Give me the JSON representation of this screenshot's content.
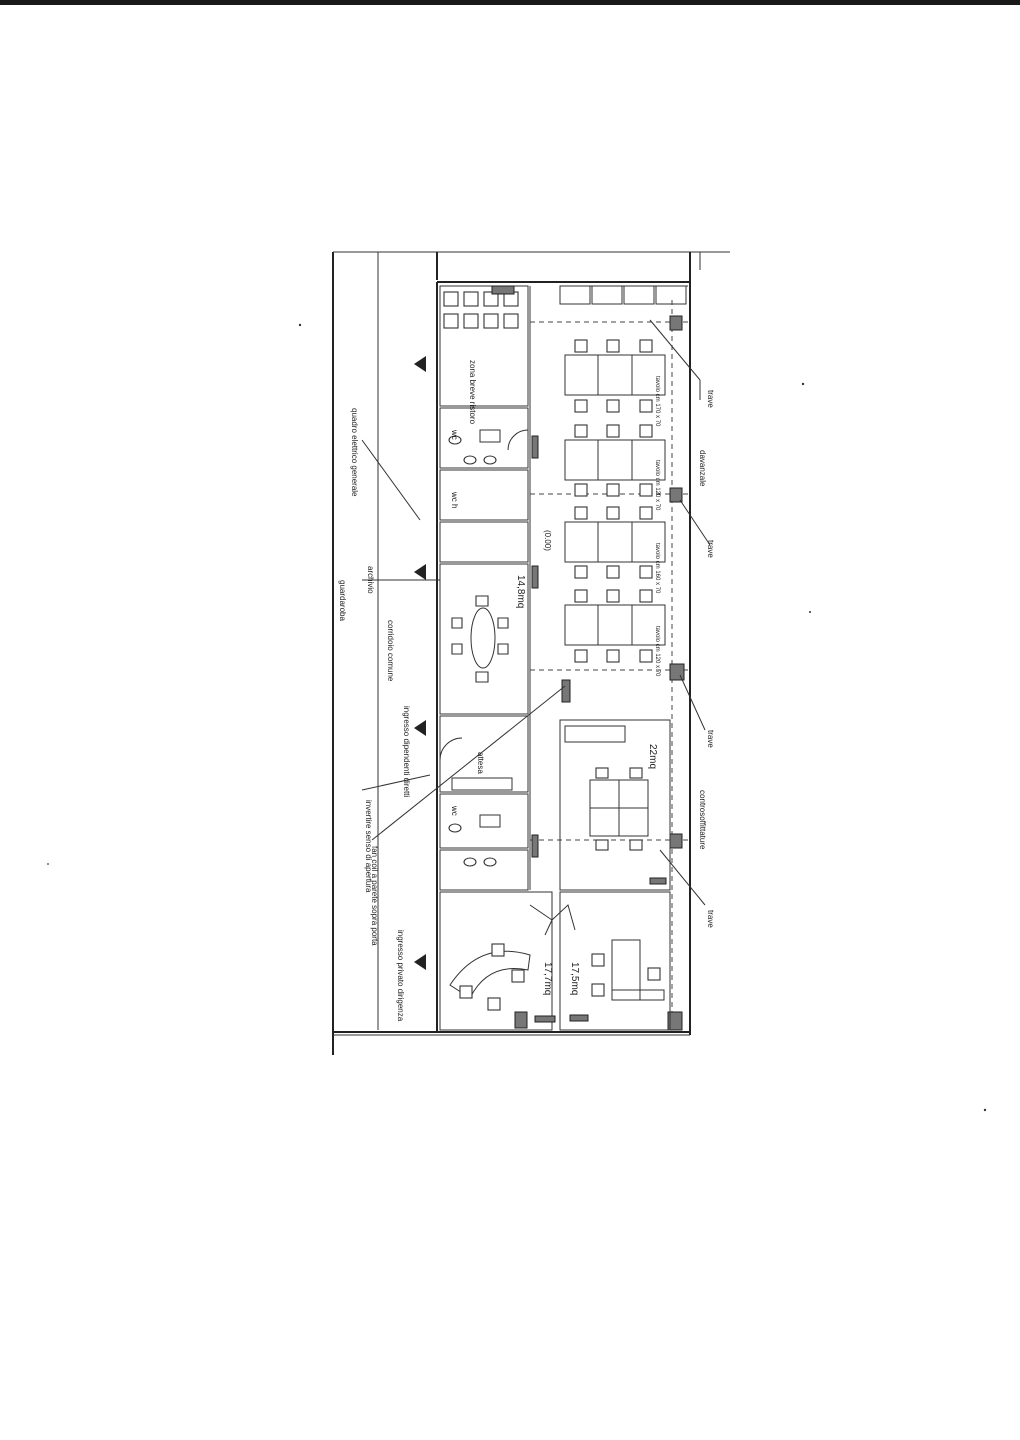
{
  "labels": {
    "zona_ristoro": "zona breve ristoro",
    "quadro_elettrico": "quadro elettrico generale",
    "archivio": "archivio",
    "guardaroba": "guardaroba",
    "corridoio": "corridoio comune",
    "ingresso_dipendenti": "ingresso dipendenti diretti",
    "invertire_senso": "invertire senso di apertura",
    "fan_coil": "fan coil a parete sopra porta",
    "ingresso_dirigenza": "ingresso privato dirigenza",
    "wc_1": "wc",
    "wc_h": "wc h",
    "wc_2": "wc",
    "sala_riunioni_area": "14,8mq",
    "open_space_area": "(0.00)",
    "ufficio_area": "22mq",
    "dirigente_1_area": "17,7mq",
    "dirigente_2_area": "17,5mq",
    "attesa": "attesa",
    "trave_1": "trave",
    "trave_2": "trave",
    "trave_3": "trave",
    "trave_4": "trave",
    "davanzale": "davanzale",
    "controsoffittature": "controsoffittature",
    "tavolo_1": "tavolo cm 170 x 70",
    "tavolo_2": "tavolo cm 120 x 70",
    "tavolo_3": "tavolo cm 160 x 70",
    "tavolo_4": "tavolo cm 120 x 70"
  }
}
